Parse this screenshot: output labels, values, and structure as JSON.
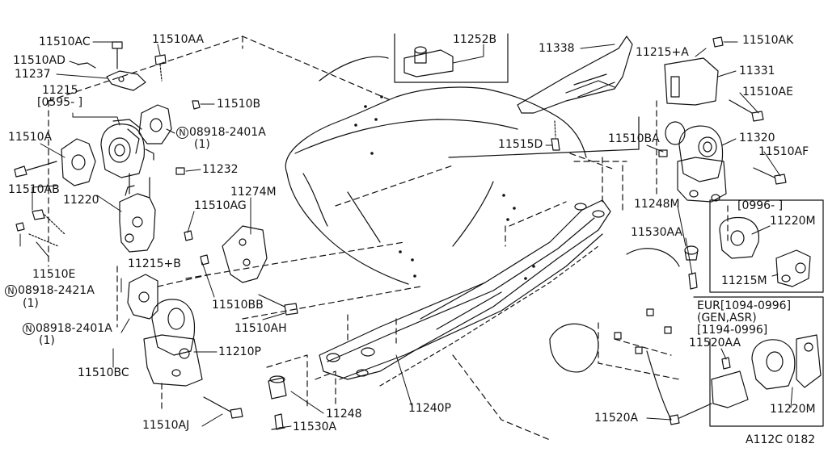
{
  "diagram_id": "A112C 0182",
  "colors": {
    "ink": "#111111",
    "paper": "#ffffff"
  },
  "labels": {
    "p11510AC": "11510AC",
    "p11510AA": "11510AA",
    "p11510AD": "11510AD",
    "p11237": "11237",
    "p11215": "11215",
    "p0595": "[0595-   ]",
    "p11510B": "11510B",
    "p08918_2401A_top": "08918-2401A",
    "p08918_2401A_top_qty": "(1)",
    "p11510A": "11510A",
    "p11232": "11232",
    "p11510AB": "11510AB",
    "p11220": "11220",
    "p11274M": "11274M",
    "p11510AG": "11510AG",
    "p11510E": "11510E",
    "p08918_2421A": "08918-2421A",
    "p08918_2421A_qty": "(1)",
    "p11215B": "11215+B",
    "p11510BB": "11510BB",
    "p08918_2401A_bot": "08918-2401A",
    "p08918_2401A_bot_qty": "(1)",
    "p11510AH": "11510AH",
    "p11210P": "11210P",
    "p11510BC": "11510BC",
    "p11248_bot": "11248",
    "p11240P": "11240P",
    "p11510AJ": "11510AJ",
    "p11530A": "11530A",
    "p11252B": "11252B",
    "p11338": "11338",
    "p11515D": "11515D",
    "p11215A": "11215+A",
    "p11510AK": "11510AK",
    "p11331": "11331",
    "p11510AE": "11510AE",
    "p11510BA": "11510BA",
    "p11320": "11320",
    "p11510AF": "11510AF",
    "p11248M": "11248M",
    "p11530AA": "11530AA",
    "p0996": "[0996-   ]",
    "p11220M_top": "11220M",
    "p11215M": "11215M",
    "eur_line1": "EUR[1094-0996]",
    "eur_line2": "(GEN,ASR)",
    "eur_line3": "[1194-0996]",
    "p11520AA": "11520AA",
    "p11520A": "11520A",
    "p11220M_bot": "11220M",
    "n_symbol": "N"
  }
}
